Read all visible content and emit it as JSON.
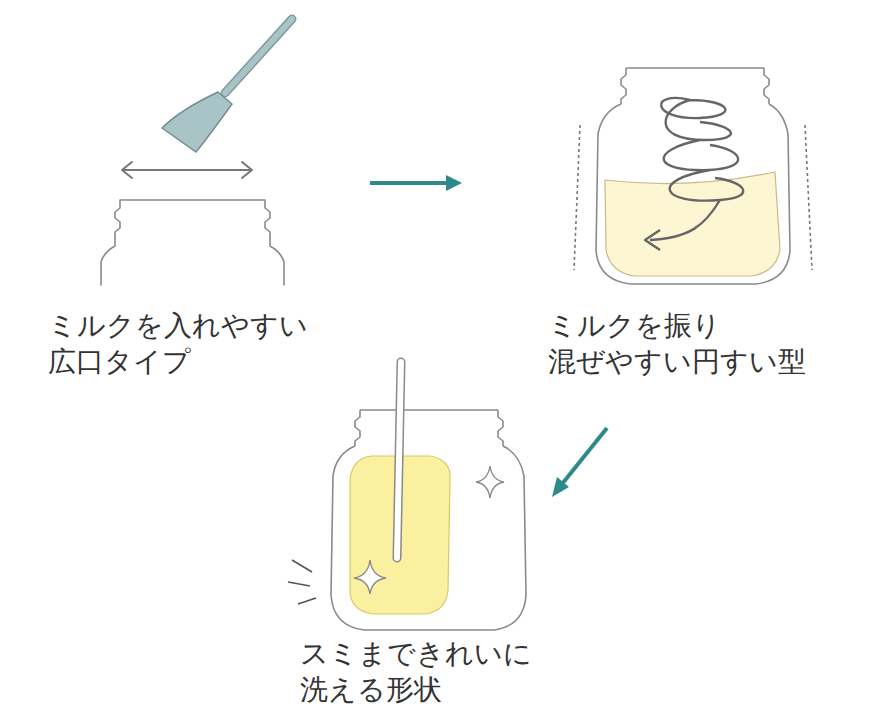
{
  "diagram": {
    "labels": [
      "ミルクを入れやすい 広口タイプ",
      "ミルクを振り 混ぜやすい円すい型",
      "スミまできれいに 洗える形状"
    ]
  }
}
